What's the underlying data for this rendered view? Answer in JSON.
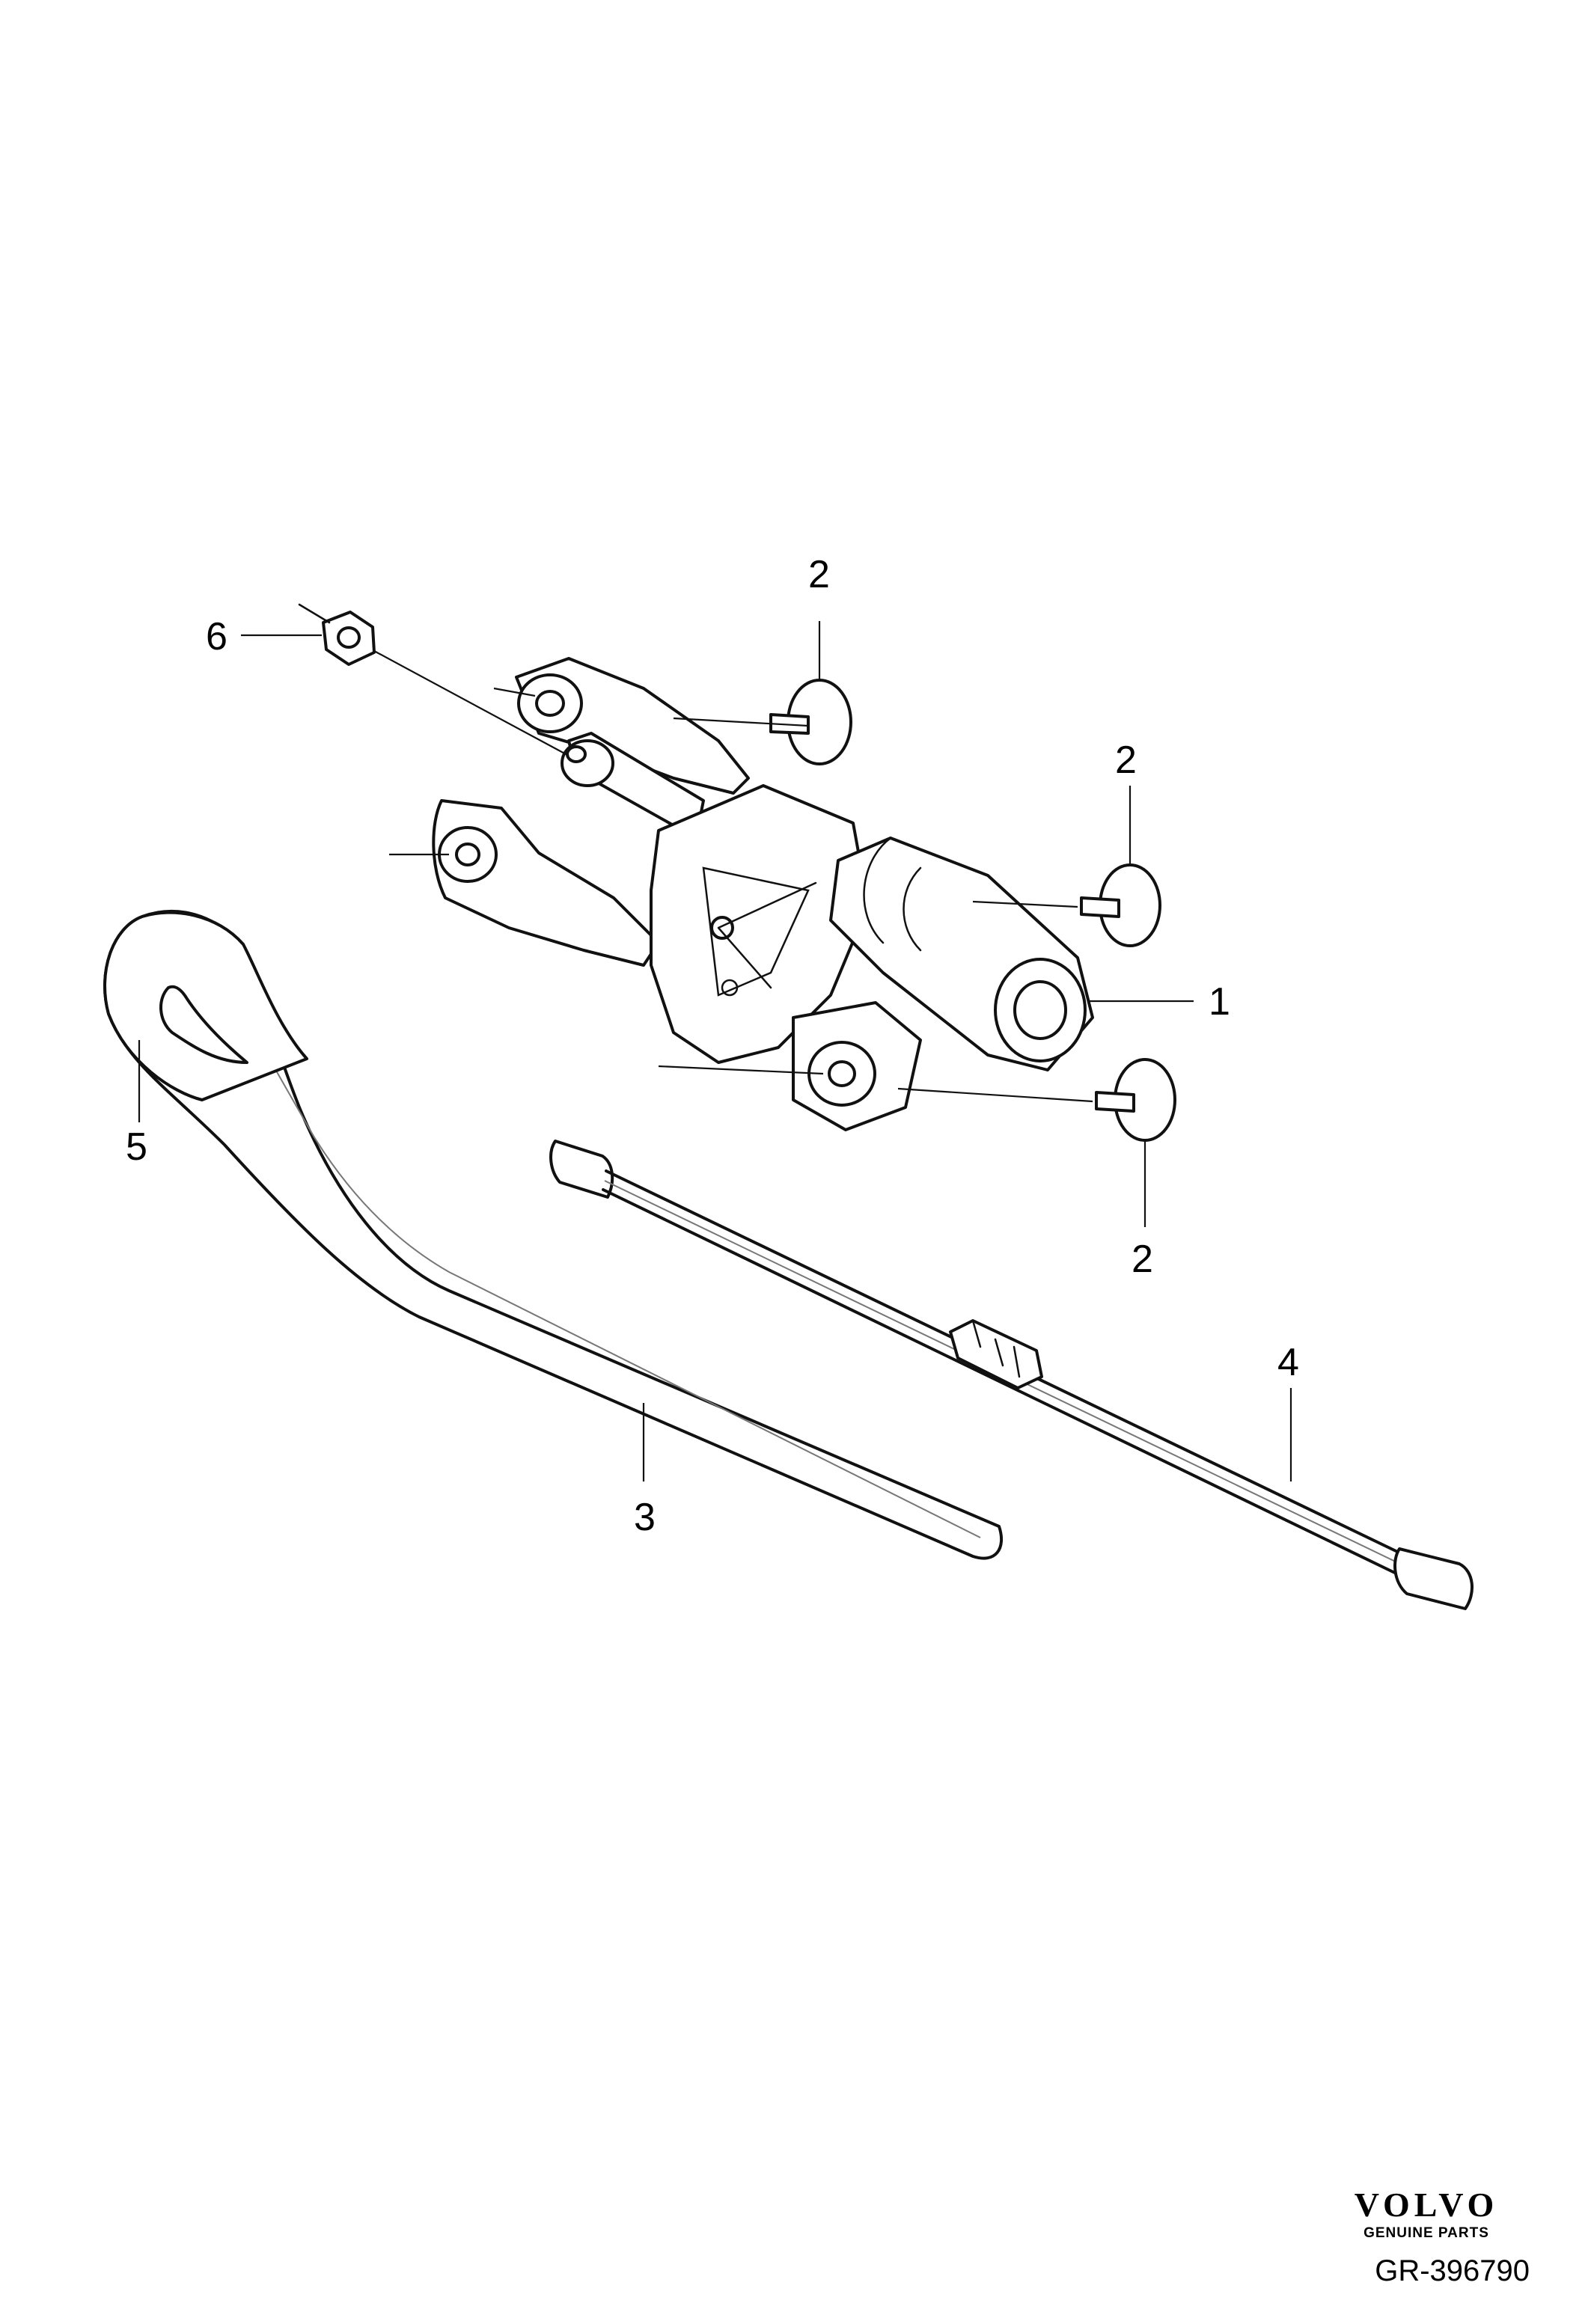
{
  "callouts": {
    "c1": "1",
    "c2a": "2",
    "c2b": "2",
    "c2c": "2",
    "c3": "3",
    "c4": "4",
    "c5": "5",
    "c6": "6"
  },
  "brand": {
    "logo": "VOLVO",
    "subtitle": "GENUINE PARTS"
  },
  "drawing_number": "GR-396790"
}
